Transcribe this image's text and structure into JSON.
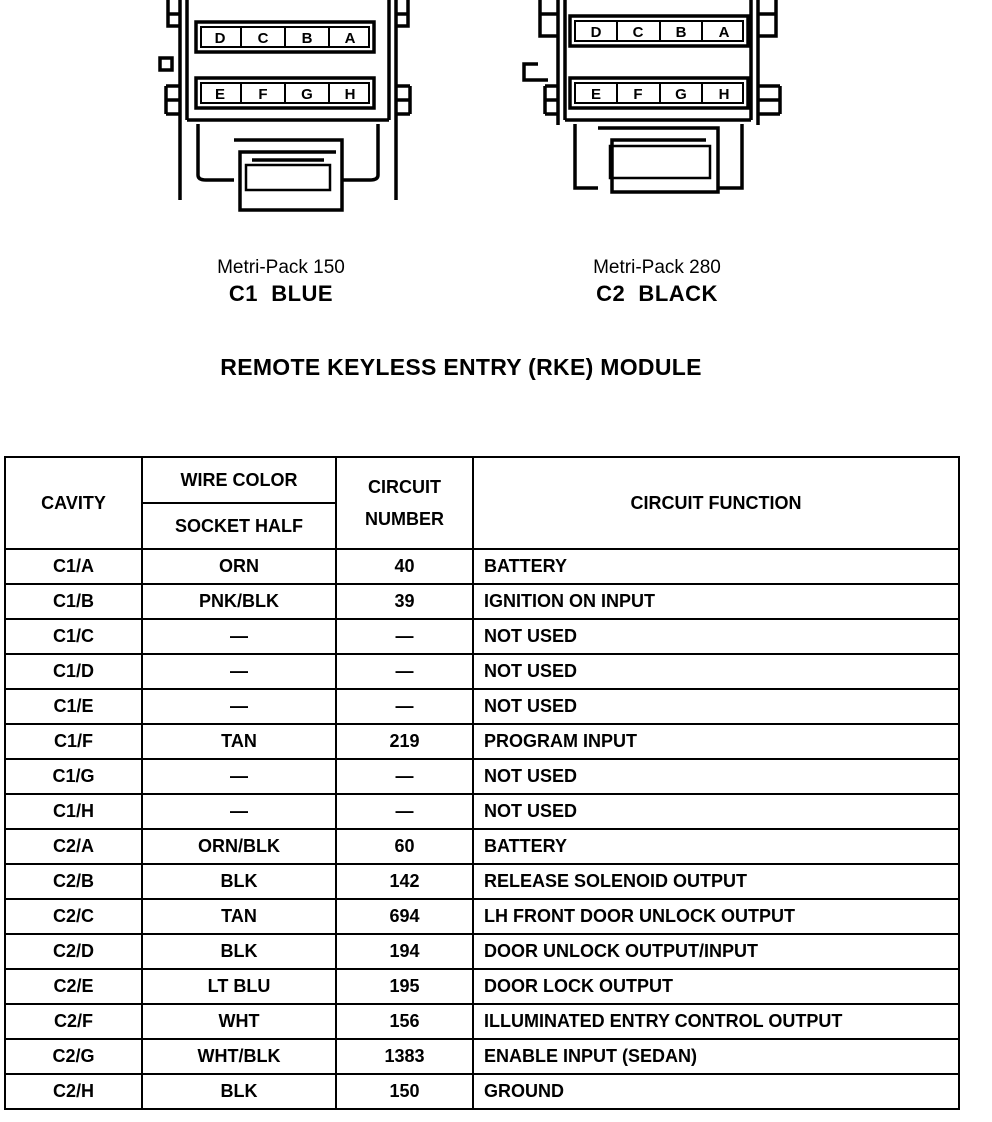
{
  "connectors": [
    {
      "id": "c1",
      "pins_top": [
        "D",
        "C",
        "B",
        "A"
      ],
      "pins_bottom": [
        "E",
        "F",
        "G",
        "H"
      ],
      "part": "Metri-Pack 150",
      "label": "C1  BLUE"
    },
    {
      "id": "c2",
      "pins_top": [
        "D",
        "C",
        "B",
        "A"
      ],
      "pins_bottom": [
        "E",
        "F",
        "G",
        "H"
      ],
      "part": "Metri-Pack 280",
      "label": "C2  BLACK"
    }
  ],
  "title": "REMOTE KEYLESS ENTRY (RKE) MODULE",
  "table": {
    "headers": {
      "cavity": "CAVITY",
      "wire_color": "WIRE COLOR",
      "socket_half": "SOCKET HALF",
      "circuit_number": "CIRCUIT NUMBER",
      "circuit_function": "CIRCUIT FUNCTION"
    },
    "rows": [
      {
        "cavity": "C1/A",
        "wire": "ORN",
        "circuit": "40",
        "function": "BATTERY"
      },
      {
        "cavity": "C1/B",
        "wire": "PNK/BLK",
        "circuit": "39",
        "function": "IGNITION ON INPUT"
      },
      {
        "cavity": "C1/C",
        "wire": "—",
        "circuit": "—",
        "function": "NOT USED"
      },
      {
        "cavity": "C1/D",
        "wire": "—",
        "circuit": "—",
        "function": "NOT USED"
      },
      {
        "cavity": "C1/E",
        "wire": "—",
        "circuit": "—",
        "function": "NOT USED"
      },
      {
        "cavity": "C1/F",
        "wire": "TAN",
        "circuit": "219",
        "function": "PROGRAM INPUT"
      },
      {
        "cavity": "C1/G",
        "wire": "—",
        "circuit": "—",
        "function": "NOT USED"
      },
      {
        "cavity": "C1/H",
        "wire": "—",
        "circuit": "—",
        "function": "NOT USED"
      },
      {
        "cavity": "C2/A",
        "wire": "ORN/BLK",
        "circuit": "60",
        "function": "BATTERY"
      },
      {
        "cavity": "C2/B",
        "wire": "BLK",
        "circuit": "142",
        "function": "RELEASE SOLENOID OUTPUT"
      },
      {
        "cavity": "C2/C",
        "wire": "TAN",
        "circuit": "694",
        "function": "LH FRONT DOOR UNLOCK OUTPUT"
      },
      {
        "cavity": "C2/D",
        "wire": "BLK",
        "circuit": "194",
        "function": "DOOR UNLOCK OUTPUT/INPUT"
      },
      {
        "cavity": "C2/E",
        "wire": "LT BLU",
        "circuit": "195",
        "function": "DOOR LOCK OUTPUT"
      },
      {
        "cavity": "C2/F",
        "wire": "WHT",
        "circuit": "156",
        "function": "ILLUMINATED ENTRY CONTROL OUTPUT"
      },
      {
        "cavity": "C2/G",
        "wire": "WHT/BLK",
        "circuit": "1383",
        "function": "ENABLE INPUT (SEDAN)"
      },
      {
        "cavity": "C2/H",
        "wire": "BLK",
        "circuit": "150",
        "function": "GROUND"
      }
    ]
  }
}
